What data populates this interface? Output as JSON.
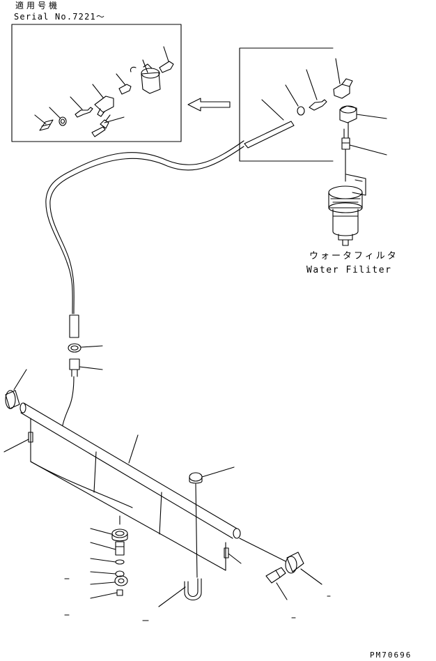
{
  "header": {
    "applicable_serial_jp": "適用号機",
    "serial_label": "Serial No.7221～"
  },
  "water_filter": {
    "label_jp": "ウォータフィルタ",
    "label_en": "Water Filiter"
  },
  "drawing_code": "PM70696",
  "colors": {
    "line": "#000000",
    "background": "#ffffff"
  }
}
